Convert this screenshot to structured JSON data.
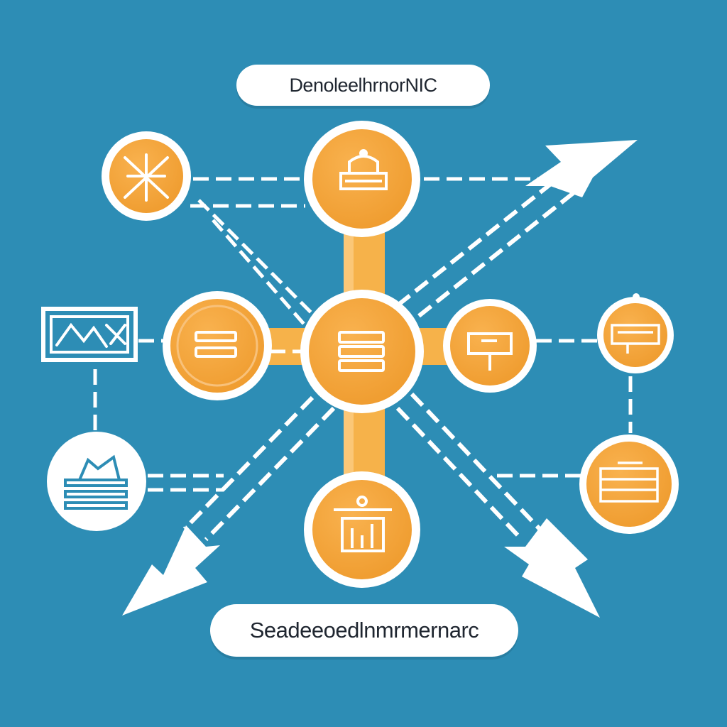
{
  "diagram": {
    "title": "DenoleelhrnorNIC",
    "subtitle": "Seadeeoedlnmrmernarc",
    "colors": {
      "background": "#2d8db5",
      "node_fill": "#f3a23a",
      "node_fill_light": "#f8b451",
      "node_ring": "#ffffff",
      "line": "#ffffff",
      "connector_bar": "#f6b24a",
      "icon_stroke": "#ffffff",
      "dark_icon_stroke": "#2d8db5"
    },
    "nodes": [
      {
        "id": "center",
        "icon": "server-rack-icon"
      },
      {
        "id": "top",
        "icon": "building-icon"
      },
      {
        "id": "top-left",
        "icon": "compass-star-icon"
      },
      {
        "id": "left",
        "icon": "server-rack-icon"
      },
      {
        "id": "right",
        "icon": "monitor-icon"
      },
      {
        "id": "bottom",
        "icon": "bar-chart-icon"
      },
      {
        "id": "far-right-top",
        "icon": "panel-icon"
      },
      {
        "id": "far-right-bottom",
        "icon": "database-grid-icon"
      },
      {
        "id": "far-left-bottom",
        "icon": "stack-layers-icon"
      },
      {
        "id": "far-left-top",
        "icon": "image-card-icon"
      }
    ]
  }
}
